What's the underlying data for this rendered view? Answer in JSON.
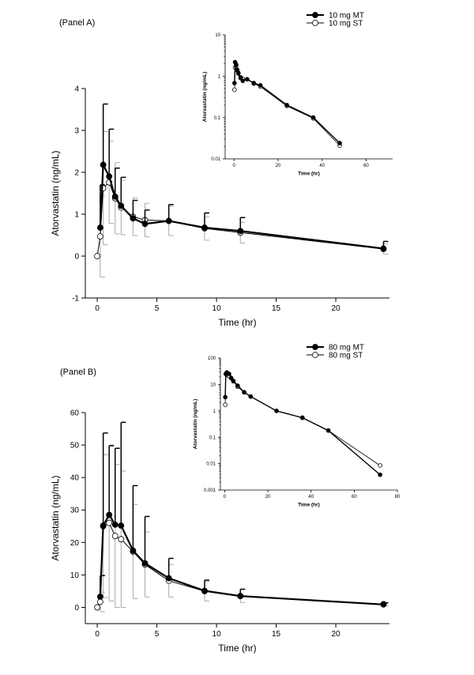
{
  "panels": [
    {
      "label": "(Panel A)"
    },
    {
      "label": "(Panel B)"
    }
  ],
  "chart_data": [
    {
      "id": "A-main",
      "type": "line",
      "xlabel": "Time (hr)",
      "ylabel": "Atorvastatin (ng/mL)",
      "xlim": [
        -1,
        24.5
      ],
      "ylim": [
        -1,
        4
      ],
      "xticks": [
        0,
        5,
        10,
        15,
        20
      ],
      "yticks": [
        -1,
        0,
        1,
        2,
        3,
        4
      ],
      "series": [
        {
          "name": "10 mg MT",
          "marker": "filled",
          "x": [
            0.25,
            0.5,
            1,
            1.5,
            2,
            3,
            4,
            6,
            9,
            12,
            24
          ],
          "y": [
            0.68,
            2.18,
            1.9,
            1.42,
            1.2,
            0.9,
            0.77,
            0.84,
            0.68,
            0.6,
            0.18
          ],
          "err": [
            1.02,
            1.45,
            1.13,
            0.68,
            0.68,
            0.43,
            0.33,
            0.39,
            0.35,
            0.32,
            0.17
          ]
        },
        {
          "name": "10 mg ST",
          "marker": "open",
          "x": [
            0,
            0.25,
            0.5,
            1,
            1.5,
            2,
            3,
            4,
            6,
            9,
            12,
            24
          ],
          "y": [
            0.0,
            0.47,
            1.62,
            1.76,
            1.38,
            1.16,
            0.94,
            0.86,
            0.84,
            0.66,
            0.56,
            0.17
          ],
          "err": [
            0,
            0.97,
            1.35,
            0.98,
            0.85,
            0.65,
            0.45,
            0.4,
            0.35,
            0.28,
            0.25,
            0.12
          ]
        }
      ]
    },
    {
      "id": "A-inset",
      "type": "line",
      "xlabel": "Time (hr)",
      "ylabel": "Atorvastatin (ng/mL)",
      "yscale": "log",
      "xlim": [
        -4,
        72
      ],
      "ylim": [
        0.01,
        10
      ],
      "xticks": [
        0,
        20,
        40,
        60
      ],
      "yticks": [
        0.01,
        0.1,
        1,
        10
      ],
      "yticklabels": [
        "0.01",
        "0.1",
        "1",
        "10"
      ],
      "legend": "top-left above inset",
      "series": [
        {
          "name": "10 mg MT",
          "marker": "filled",
          "x": [
            0.25,
            0.5,
            1,
            1.5,
            2,
            3,
            4,
            6,
            9,
            12,
            24,
            36,
            48
          ],
          "y": [
            0.68,
            2.18,
            1.9,
            1.42,
            1.2,
            0.9,
            0.77,
            0.84,
            0.68,
            0.6,
            0.2,
            0.1,
            0.024
          ]
        },
        {
          "name": "10 mg ST",
          "marker": "open",
          "x": [
            0.25,
            0.5,
            1,
            1.5,
            2,
            3,
            4,
            6,
            9,
            12,
            24,
            36,
            48
          ],
          "y": [
            0.47,
            1.62,
            1.76,
            1.38,
            1.16,
            0.94,
            0.86,
            0.84,
            0.66,
            0.56,
            0.19,
            0.095,
            0.021
          ]
        }
      ]
    },
    {
      "id": "B-main",
      "type": "line",
      "xlabel": "Time (hr)",
      "ylabel": "Atorvastatin (ng/mL)",
      "xlim": [
        -1,
        24.5
      ],
      "ylim": [
        -5,
        60
      ],
      "xticks": [
        0,
        5,
        10,
        15,
        20
      ],
      "yticks": [
        0,
        10,
        20,
        30,
        40,
        50,
        60
      ],
      "series": [
        {
          "name": "80 mg MT",
          "marker": "filled",
          "x": [
            0.25,
            0.5,
            1,
            1.5,
            2,
            3,
            4,
            6,
            9,
            12,
            24
          ],
          "y": [
            3.3,
            25.2,
            28.5,
            25.5,
            25.2,
            17.5,
            13.6,
            9.0,
            5.1,
            3.5,
            0.9
          ],
          "err": [
            6.5,
            28.5,
            21.3,
            23.5,
            31.8,
            20.0,
            14.4,
            6.1,
            3.3,
            2.1,
            0.5
          ]
        },
        {
          "name": "80 mg ST",
          "marker": "open",
          "x": [
            0,
            0.25,
            0.5,
            1,
            1.5,
            2,
            3,
            4,
            6,
            9,
            12,
            24
          ],
          "y": [
            0.0,
            1.7,
            25.0,
            26.0,
            22.0,
            21.0,
            17.2,
            13.2,
            8.2,
            5.0,
            3.5,
            1.0
          ],
          "err": [
            0,
            3.0,
            22.0,
            24.0,
            22.0,
            21.0,
            14.5,
            10.0,
            5.0,
            3.0,
            2.0,
            0.5
          ]
        }
      ]
    },
    {
      "id": "B-inset",
      "type": "line",
      "xlabel": "Time (hr)",
      "ylabel": "Atorvastatin (ng/mL)",
      "yscale": "log",
      "xlim": [
        -2,
        80
      ],
      "ylim": [
        0.001,
        100
      ],
      "xticks": [
        0,
        20,
        40,
        60,
        80
      ],
      "yticks": [
        0.001,
        0.01,
        0.1,
        1,
        10,
        100
      ],
      "yticklabels": [
        "0.001",
        "0.01",
        "0.1",
        "1",
        "10",
        "100"
      ],
      "legend": "top-left above inset",
      "series": [
        {
          "name": "80 mg MT",
          "marker": "filled",
          "x": [
            0.25,
            0.5,
            1,
            1.5,
            2,
            3,
            4,
            6,
            9,
            12,
            24,
            36,
            48,
            72
          ],
          "y": [
            3.3,
            25.2,
            28.5,
            25.5,
            25.2,
            17.5,
            13.6,
            9.0,
            5.1,
            3.5,
            1.0,
            0.55,
            0.18,
            0.0038
          ]
        },
        {
          "name": "80 mg ST",
          "marker": "open",
          "x": [
            0.25,
            0.5,
            1,
            1.5,
            2,
            3,
            4,
            6,
            9,
            12,
            24,
            36,
            48,
            72
          ],
          "y": [
            1.7,
            25.0,
            26.0,
            22.0,
            21.0,
            17.2,
            13.2,
            8.2,
            5.0,
            3.5,
            1.0,
            0.55,
            0.18,
            0.0085
          ]
        }
      ]
    }
  ]
}
